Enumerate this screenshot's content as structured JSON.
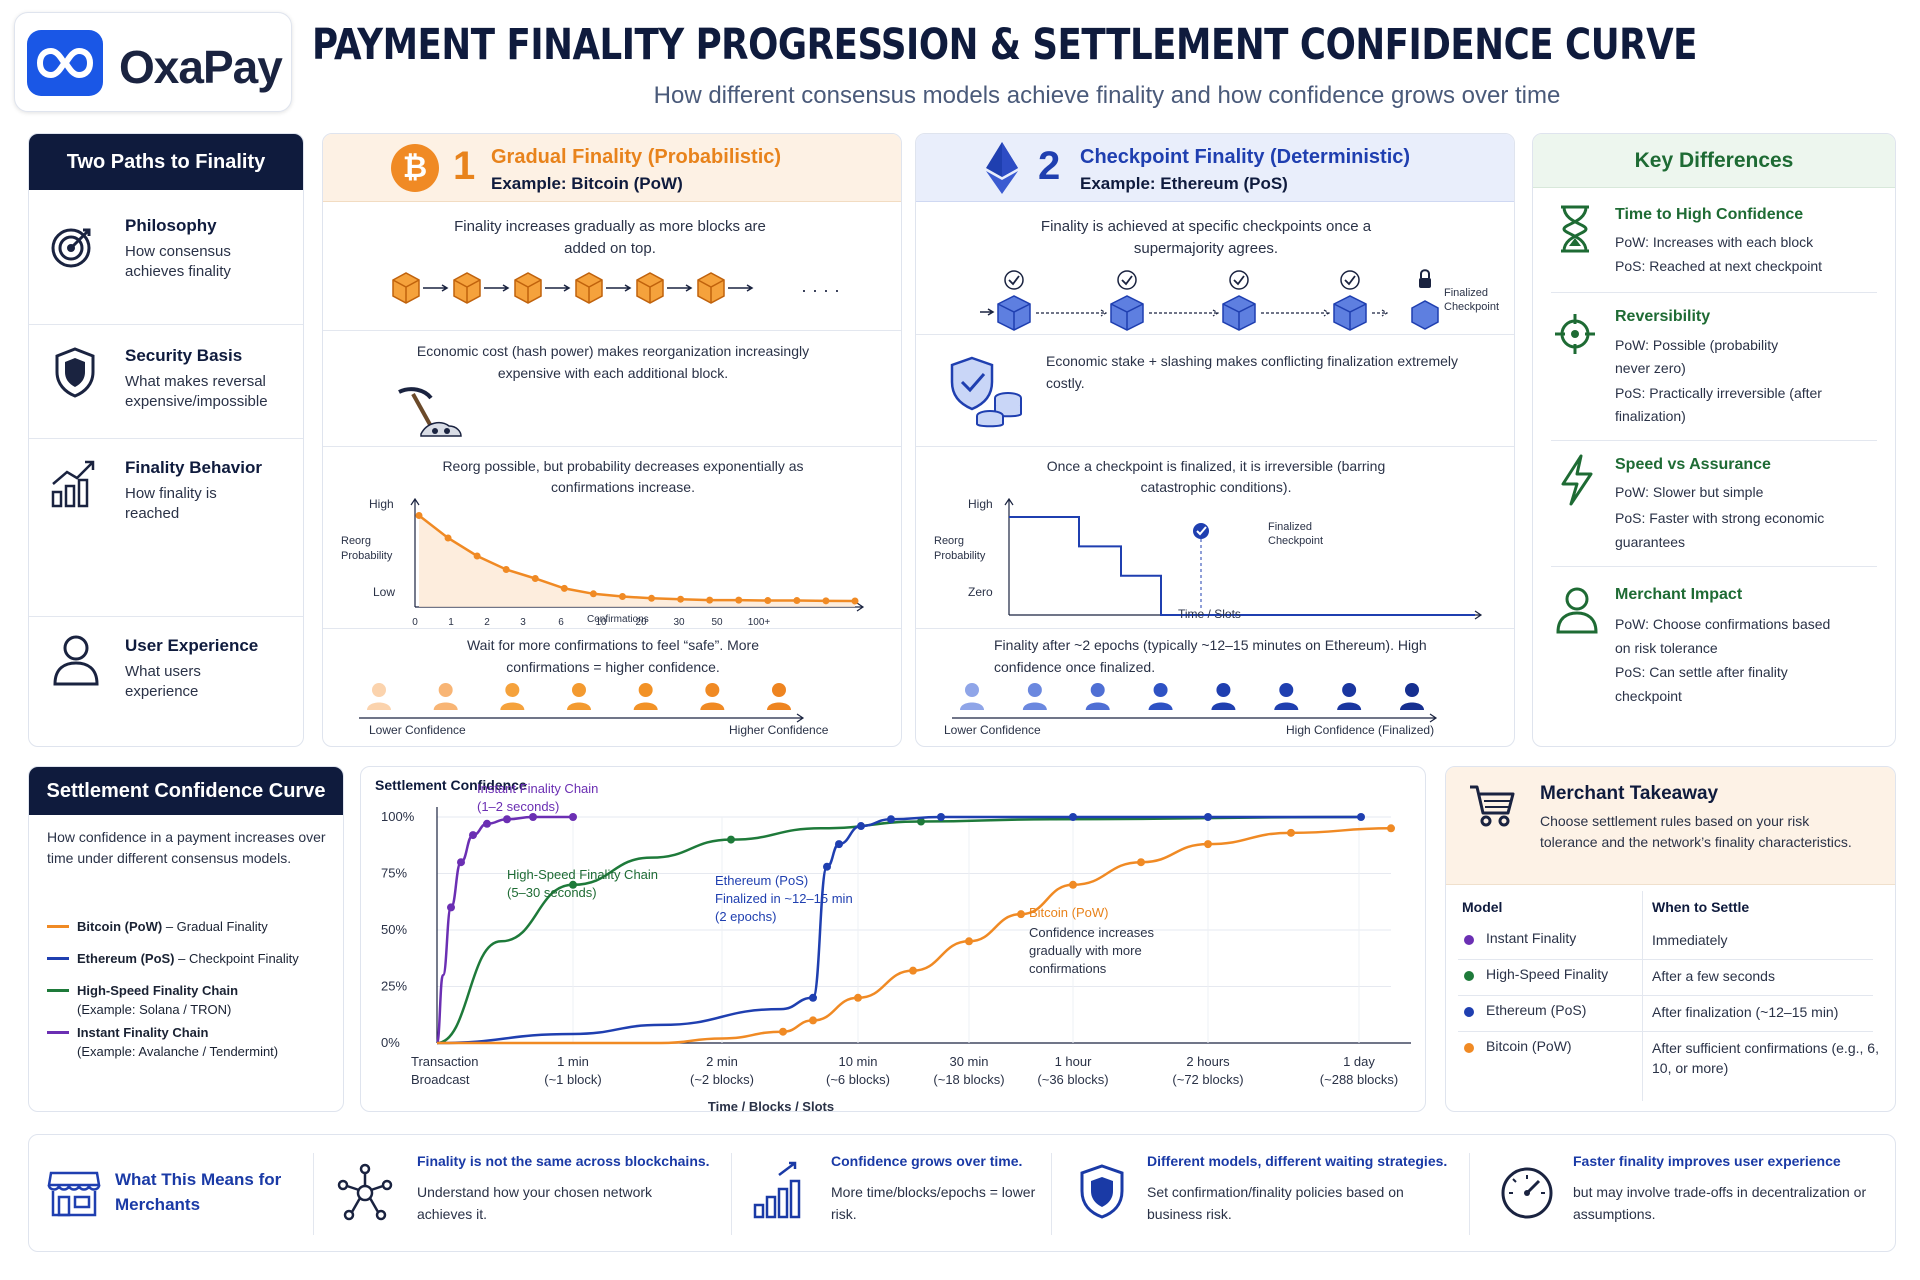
{
  "brand": {
    "name": "OxaPay"
  },
  "header": {
    "title": "PAYMENT FINALITY PROGRESSION & SETTLEMENT CONFIDENCE CURVE",
    "subtitle": "How different consensus models achieve finality and how confidence grows over time"
  },
  "paths": {
    "title": "Two Paths to Finality",
    "items": [
      {
        "title": "Philosophy",
        "desc": "How consensus achieves finality",
        "icon": "target-icon"
      },
      {
        "title": "Security Basis",
        "desc": "What makes reversal expensive/impossible",
        "icon": "shield-icon"
      },
      {
        "title": "Finality Behavior",
        "desc": "How finality is reached",
        "icon": "chart-icon"
      },
      {
        "title": "User Experience",
        "desc": "What users experience",
        "icon": "user-icon"
      }
    ]
  },
  "gradual": {
    "num": "1",
    "title": "Gradual Finality (Probabilistic)",
    "example": "Example: Bitcoin (PoW)",
    "philosophy": "Finality increases gradually as more blocks are added on top.",
    "security": "Economic cost (hash power) makes reorganization increasingly expensive with each additional block.",
    "behavior": "Reorg possible, but probability decreases exponentially as confirmations increase.",
    "chart_high": "High",
    "chart_low": "Low",
    "chart_ylabel": "Reorg Probability",
    "chart_xlabel": "Confirmations",
    "ux": "Wait for more confirmations to feel “safe”. More confirmations = higher confidence.",
    "lower": "Lower Confidence",
    "higher": "Higher Confidence"
  },
  "checkpoint": {
    "num": "2",
    "title": "Checkpoint Finality (Deterministic)",
    "example": "Example: Ethereum (PoS)",
    "philosophy": "Finality is achieved at specific checkpoints once a supermajority agrees.",
    "finalized_label": "Finalized Checkpoint",
    "security": "Economic stake + slashing makes conflicting finalization extremely costly.",
    "behavior": "Once a checkpoint is finalized, it is irreversible (barring catastrophic conditions).",
    "chart_high": "High",
    "chart_zero": "Zero",
    "chart_ylabel": "Reorg Probability",
    "chart_xlabel": "Time / Slots",
    "chart_point_label": "Finalized Checkpoint",
    "ux": "Finality after ~2 epochs (typically ~12–15 minutes on Ethereum). High confidence once finalized.",
    "lower": "Lower Confidence",
    "higher": "High Confidence (Finalized)"
  },
  "diff": {
    "title": "Key Differences",
    "items": [
      {
        "title": "Time to High Confidence",
        "lines": [
          "PoW: Increases with each block",
          "PoS: Reached at next checkpoint"
        ]
      },
      {
        "title": "Reversibility",
        "lines": [
          "PoW: Possible (probability never zero)",
          "PoS: Practically irreversible (after finalization)"
        ]
      },
      {
        "title": "Speed vs Assurance",
        "lines": [
          "PoW: Slower but simple",
          "PoS: Faster with strong economic guarantees"
        ]
      },
      {
        "title": "Merchant Impact",
        "lines": [
          "PoW: Choose confirmations based on risk tolerance",
          "PoS: Can settle after finality checkpoint"
        ]
      }
    ]
  },
  "curve": {
    "title": "Settlement Confidence Curve",
    "desc": "How confidence in a payment increases over time under different consensus models.",
    "legend": [
      {
        "name": "Bitcoin (PoW)",
        "suffix": " – Gradual Finality",
        "sub": "",
        "color": "#f08a24"
      },
      {
        "name": "Ethereum (PoS)",
        "suffix": " – Checkpoint Finality",
        "sub": "",
        "color": "#1f3fb0"
      },
      {
        "name": "High-Speed Finality Chain",
        "suffix": "",
        "sub": "(Example: Solana / TRON)",
        "color": "#1e7a3a"
      },
      {
        "name": "Instant Finality Chain",
        "suffix": "",
        "sub": "(Example: Avalanche / Tendermint)",
        "color": "#6b2fb3"
      }
    ]
  },
  "chart_data": [
    {
      "type": "line",
      "title": "",
      "ylabel": "Reorg Probability",
      "xlabel": "Confirmations",
      "categories": [
        "0",
        "1",
        "2",
        "3",
        "6",
        "10",
        "20",
        "30",
        "50",
        "100+"
      ],
      "y_tick_labels": [
        "High",
        "Low"
      ],
      "series": [
        {
          "values": [
            0.95,
            0.7,
            0.5,
            0.35,
            0.25,
            0.14,
            0.08,
            0.05,
            0.03,
            0.02,
            0.01,
            0.01,
            0.005,
            0.005,
            0.002,
            0
          ]
        }
      ]
    },
    {
      "type": "line",
      "title": "",
      "ylabel": "Reorg Probability",
      "xlabel": "Time / Slots",
      "y_tick_labels": [
        "High",
        "Zero"
      ],
      "annotation": "Finalized Checkpoint",
      "series": [
        {
          "values": [
            1,
            0.7,
            0.4,
            0.0
          ]
        }
      ]
    },
    {
      "type": "line",
      "title": "Settlement Confidence",
      "xlabel": "Time / Blocks / Slots",
      "ylabel": "",
      "y_ticks": [
        "0%",
        "25%",
        "50%",
        "75%",
        "100%"
      ],
      "ylim": [
        0,
        100
      ],
      "x_ticks": [
        {
          "label": "Transaction",
          "sub": "Broadcast"
        },
        {
          "label": "1 min",
          "sub": "(~1 block)"
        },
        {
          "label": "2 min",
          "sub": "(~2 blocks)"
        },
        {
          "label": "10 min",
          "sub": "(~6 blocks)"
        },
        {
          "label": "30 min",
          "sub": "(~18 blocks)"
        },
        {
          "label": "1 hour",
          "sub": "(~36 blocks)"
        },
        {
          "label": "2 hours",
          "sub": "(~72 blocks)"
        },
        {
          "label": "1 day",
          "sub": "(~288 blocks)"
        }
      ],
      "series": [
        {
          "name": "Instant Finality Chain",
          "color": "#6b2fb3",
          "values": [
            0,
            30,
            60,
            80,
            92,
            97,
            99,
            100,
            100
          ]
        },
        {
          "name": "High-Speed Finality Chain",
          "color": "#1e7a3a",
          "values": [
            0,
            45,
            70,
            82,
            90,
            95,
            98,
            99,
            100
          ]
        },
        {
          "name": "Ethereum (PoS)",
          "color": "#1f3fb0",
          "values": [
            0,
            4,
            8,
            15,
            20,
            78,
            88,
            96,
            99,
            100,
            100,
            100,
            100
          ]
        },
        {
          "name": "Bitcoin (PoW)",
          "color": "#f08a24",
          "values": [
            0,
            0,
            2,
            5,
            10,
            20,
            32,
            45,
            57,
            70,
            80,
            88,
            93,
            95
          ]
        }
      ],
      "annotations": [
        {
          "title": "Instant Finality Chain",
          "sub": "(1–2 seconds)"
        },
        {
          "title": "High-Speed Finality Chain",
          "sub": "(5–30 seconds)"
        },
        {
          "title": "Ethereum (PoS)",
          "sub": "Finalized in ~12–15 min (2 epochs)"
        },
        {
          "title": "Bitcoin (PoW)",
          "sub": "Confidence increases gradually with more confirmations"
        }
      ]
    }
  ],
  "takeaway": {
    "title": "Merchant Takeaway",
    "desc": "Choose settlement rules based on your risk tolerance and the network’s finality characteristics.",
    "col_model": "Model",
    "col_when": "When to Settle",
    "rows": [
      {
        "model": "Instant Finality",
        "when": "Immediately",
        "color": "#6b2fb3"
      },
      {
        "model": "High-Speed Finality",
        "when": "After a few seconds",
        "color": "#1e7a3a"
      },
      {
        "model": "Ethereum (PoS)",
        "when": "After finalization (~12–15 min)",
        "color": "#1f3fb0"
      },
      {
        "model": "Bitcoin (PoW)",
        "when": "After sufficient confirmations (e.g., 6, 10, or more)",
        "color": "#f08a24"
      }
    ]
  },
  "footer": {
    "title": "What This Means for Merchants",
    "items": [
      {
        "title": "Finality is not the same across blockchains.",
        "desc": "Understand how your chosen network achieves it."
      },
      {
        "title": "Confidence grows over time.",
        "desc": "More time/blocks/epochs = lower risk."
      },
      {
        "title": "Different models, different waiting strategies.",
        "desc": "Set confirmation/finality policies based on business risk."
      },
      {
        "title": "Faster finality improves user experience",
        "desc": "but may involve trade-offs in decentralization or assumptions."
      }
    ]
  }
}
